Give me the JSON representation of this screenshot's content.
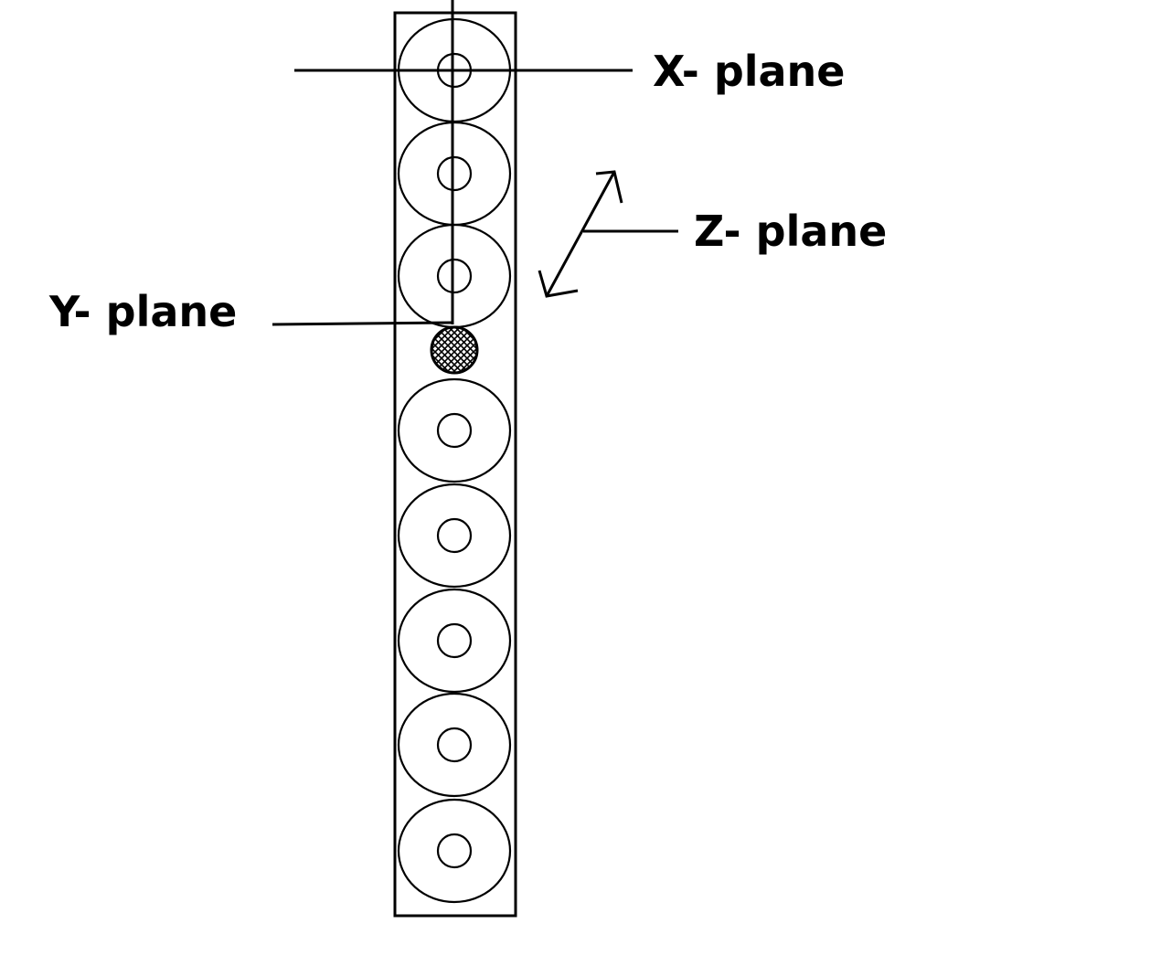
{
  "labels": {
    "x_plane": "X- plane",
    "y_plane": "Y- plane",
    "z_plane": "Z- plane"
  },
  "colors": {
    "stroke": "#000000",
    "background": "#ffffff"
  }
}
